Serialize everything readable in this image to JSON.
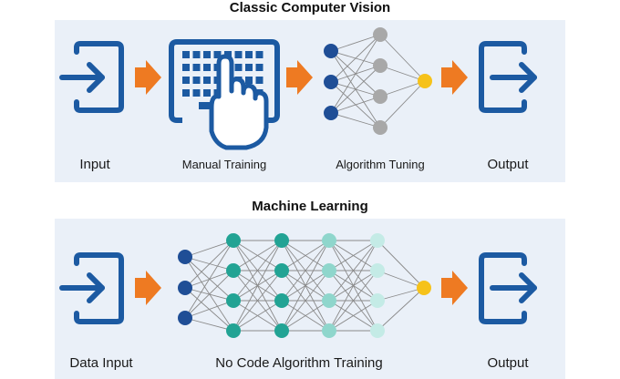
{
  "classic": {
    "title": "Classic Computer Vision",
    "labels": {
      "input": "Input",
      "manual_training": "Manual Training",
      "algorithm_tuning": "Algorithm Tuning",
      "output": "Output"
    }
  },
  "ml": {
    "title": "Machine Learning",
    "labels": {
      "data_input": "Data Input",
      "no_code_training": "No Code Algorithm Training",
      "output": "Output"
    }
  },
  "colors": {
    "panel_bg": "#eaf0f8",
    "icon_blue": "#1c5aa2",
    "arrow_orange": "#ee7a22",
    "node_navy": "#1f4e96",
    "node_gray": "#a8a8a8",
    "node_yellow": "#f6c21a",
    "node_teal_dark": "#22a394",
    "node_teal_mid": "#4ebfb2",
    "node_teal_light": "#8fd6cc",
    "node_teal_pale": "#c4ebe6"
  }
}
